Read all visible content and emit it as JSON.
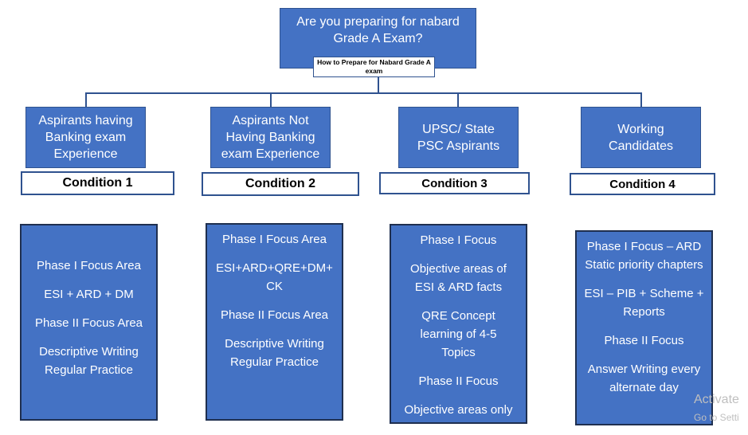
{
  "root": {
    "title": "Are you preparing for nabard Grade A Exam?",
    "subtitle": "How to Prepare for Nabard Grade A exam"
  },
  "categories": [
    {
      "label": "Aspirants having Banking exam Experience",
      "condition": "Condition 1",
      "points": [
        "Phase I Focus Area",
        "ESI + ARD + DM",
        "Phase II Focus Area",
        "Descriptive Writing Regular Practice"
      ]
    },
    {
      "label": "Aspirants Not Having Banking exam Experience",
      "condition": "Condition 2",
      "points": [
        "Phase I Focus Area",
        "ESI+ARD+QRE+DM+ CK",
        "Phase II Focus Area",
        "Descriptive Writing Regular Practice"
      ]
    },
    {
      "label": "UPSC/ State PSC Aspirants",
      "condition": "Condition 3",
      "points": [
        "Phase I Focus",
        "Objective areas of ESI & ARD facts",
        "QRE Concept learning of 4-5 Topics",
        "Phase II Focus",
        "Objective areas only"
      ]
    },
    {
      "label": "Working Candidates",
      "condition": "Condition 4",
      "points": [
        "Phase I Focus – ARD Static priority chapters",
        "ESI – PIB + Scheme + Reports",
        "Phase II Focus",
        "Answer Writing every alternate day"
      ]
    }
  ],
  "watermark": {
    "line1": "Activate",
    "line2": "Go to Setti"
  }
}
